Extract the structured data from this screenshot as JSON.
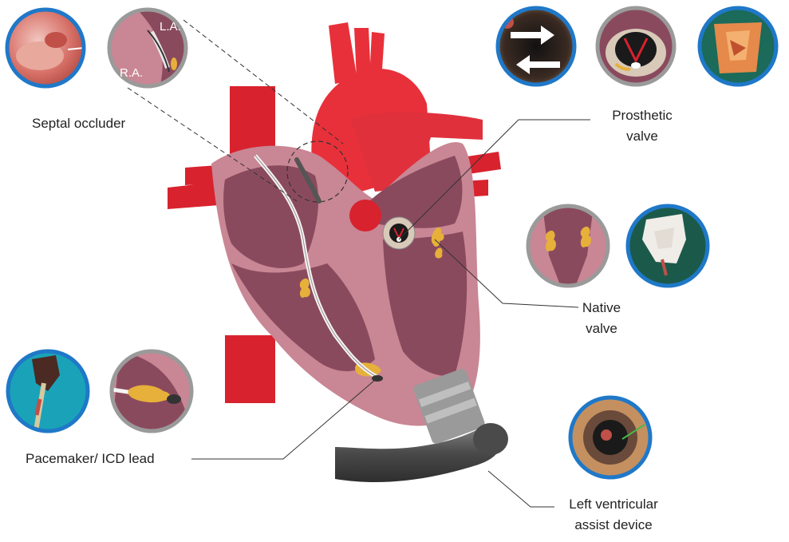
{
  "labels": {
    "septal_occluder": "Septal occluder",
    "prosthetic_valve": [
      "Prosthetic",
      "valve"
    ],
    "native_valve": [
      "Native",
      "valve"
    ],
    "pacemaker_lead": "Pacemaker/ ICD lead",
    "lvad": [
      "Left ventricular",
      "assist device"
    ],
    "la_tag": "L.A.",
    "ra_tag": "R.A."
  },
  "colors": {
    "aorta_red": "#e8303a",
    "vessel_red": "#d8222e",
    "heart_outer": "#c98694",
    "heart_inner": "#8a4a5e",
    "myocardium": "#b77283",
    "vegetation": "#e6b03a",
    "inset_ring_blue": "#1f78c8",
    "inset_ring_grey": "#9a9a9a",
    "device_grey": "#6b6b6b",
    "callout_line": "#333333"
  }
}
